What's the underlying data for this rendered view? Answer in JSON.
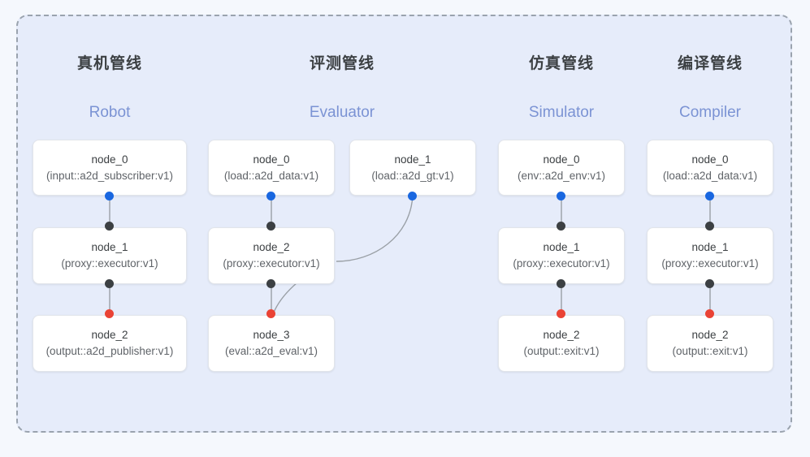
{
  "diagram": {
    "title_semantic": "multi-pipeline-node-graph",
    "frame_style": "dashed-rounded",
    "colors": {
      "canvas": "#f5f8fd",
      "frame_fill": "#e6ecfa",
      "frame_border": "#9aa3ae",
      "node_fill": "#ffffff",
      "node_border": "#e2e5ea",
      "title_cn": "#3c4043",
      "title_en": "#7b93d4",
      "port_output_blue": "#1967e0",
      "port_input_dark": "#3c4043",
      "port_terminal_red": "#ea4335",
      "edge": "#9aa0a6"
    }
  },
  "columns": [
    {
      "key": "robot",
      "title_cn": "真机管线",
      "title_en": "Robot",
      "nodes": [
        {
          "name": "node_0",
          "spec": "(input::a2d_subscriber:v1)"
        },
        {
          "name": "node_1",
          "spec": "(proxy::executor:v1)"
        },
        {
          "name": "node_2",
          "spec": "(output::a2d_publisher:v1)"
        }
      ]
    },
    {
      "key": "evaluator",
      "title_cn": "评测管线",
      "title_en": "Evaluator",
      "nodes": [
        {
          "name": "node_0",
          "spec": "(load::a2d_data:v1)"
        },
        {
          "name": "node_1",
          "spec": "(load::a2d_gt:v1)"
        },
        {
          "name": "node_2",
          "spec": "(proxy::executor:v1)"
        },
        {
          "name": "node_3",
          "spec": "(eval::a2d_eval:v1)"
        }
      ]
    },
    {
      "key": "simulator",
      "title_cn": "仿真管线",
      "title_en": "Simulator",
      "nodes": [
        {
          "name": "node_0",
          "spec": "(env::a2d_env:v1)"
        },
        {
          "name": "node_1",
          "spec": "(proxy::executor:v1)"
        },
        {
          "name": "node_2",
          "spec": "(output::exit:v1)"
        }
      ]
    },
    {
      "key": "compiler",
      "title_cn": "编译管线",
      "title_en": "Compiler",
      "nodes": [
        {
          "name": "node_0",
          "spec": "(load::a2d_data:v1)"
        },
        {
          "name": "node_1",
          "spec": "(proxy::executor:v1)"
        },
        {
          "name": "node_2",
          "spec": "(output::exit:v1)"
        }
      ]
    }
  ]
}
